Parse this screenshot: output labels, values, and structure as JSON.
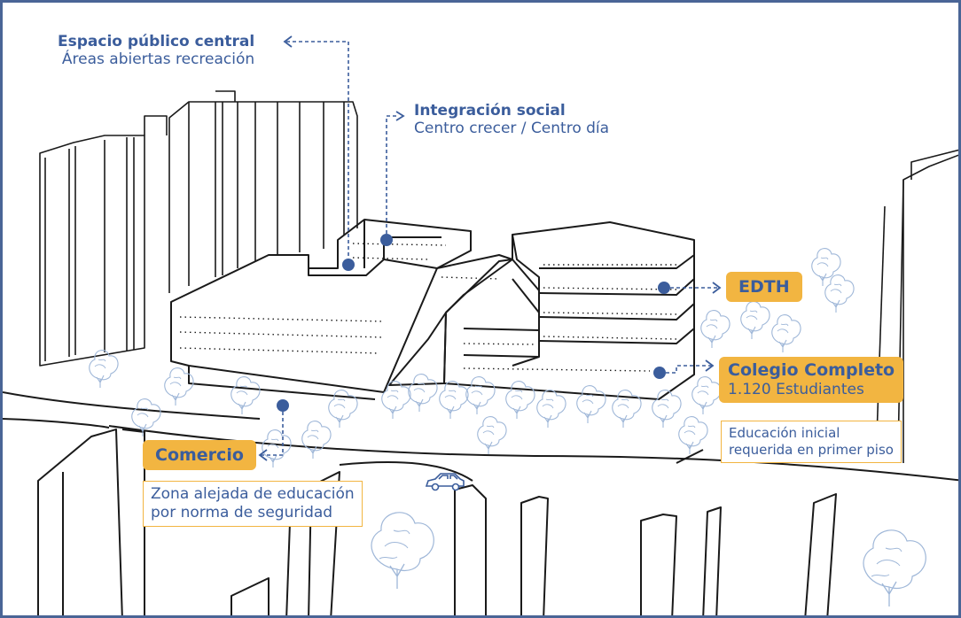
{
  "labels": {
    "espacio_publico": {
      "title": "Espacio público central",
      "subtitle": "Áreas abiertas recreación"
    },
    "integracion": {
      "title": "Integración social",
      "subtitle": "Centro crecer / Centro día"
    },
    "edth": {
      "title": "EDTH"
    },
    "colegio": {
      "title": "Colegio Completo",
      "subtitle": "1.120 Estudiantes"
    },
    "educacion_inicial": {
      "line1": "Educación inicial",
      "line2": "requerida en primer piso"
    },
    "comercio": {
      "title": "Comercio"
    },
    "zona": {
      "line1": "Zona alejada de educación",
      "line2": "por norma de seguridad"
    }
  },
  "colors": {
    "accent_blue": "#3b5d9c",
    "tag_orange": "#f2b541",
    "frame_blue": "#4a6596",
    "tree_blue": "#9fb7d8"
  },
  "icons": [
    "car-icon",
    "tree-icon"
  ]
}
